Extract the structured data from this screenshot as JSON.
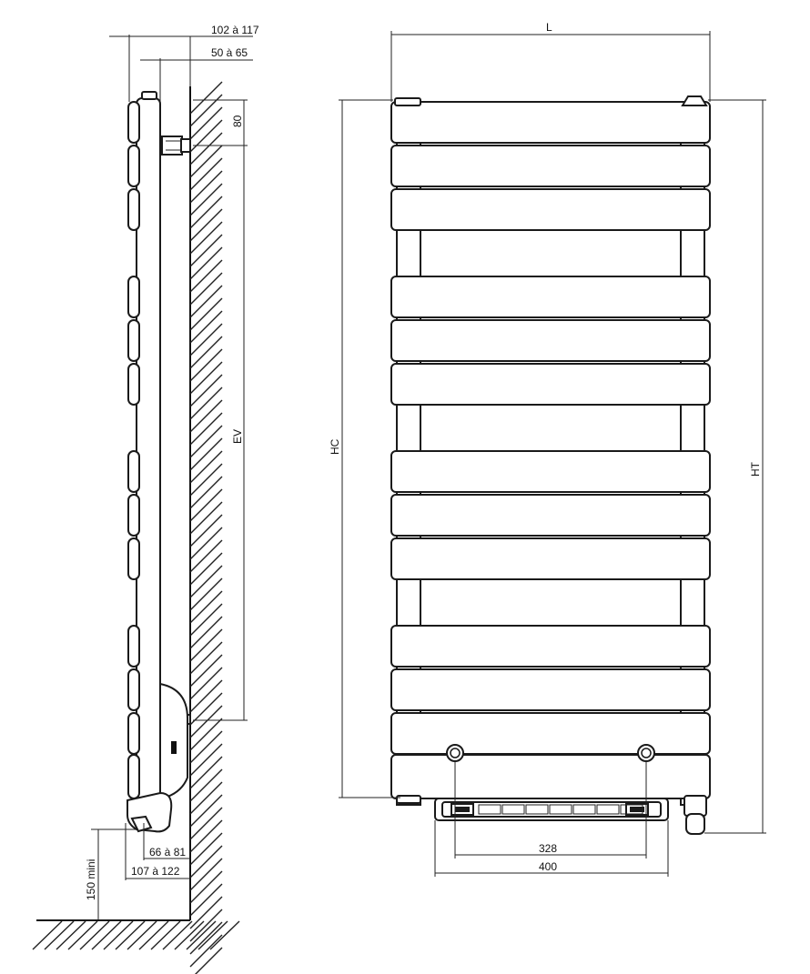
{
  "side_view": {
    "dim_top_outer": "102 à 117",
    "dim_top_inner": "50 à 65",
    "dim_80": "80",
    "dim_ev": "EV",
    "dim_bottom_inner": "66 à 81",
    "dim_bottom_outer": "107 à 122",
    "dim_floor": "150 mini"
  },
  "front_view": {
    "dim_width": "L",
    "dim_hc": "HC",
    "dim_ht": "HT",
    "dim_328": "328",
    "dim_400": "400"
  }
}
